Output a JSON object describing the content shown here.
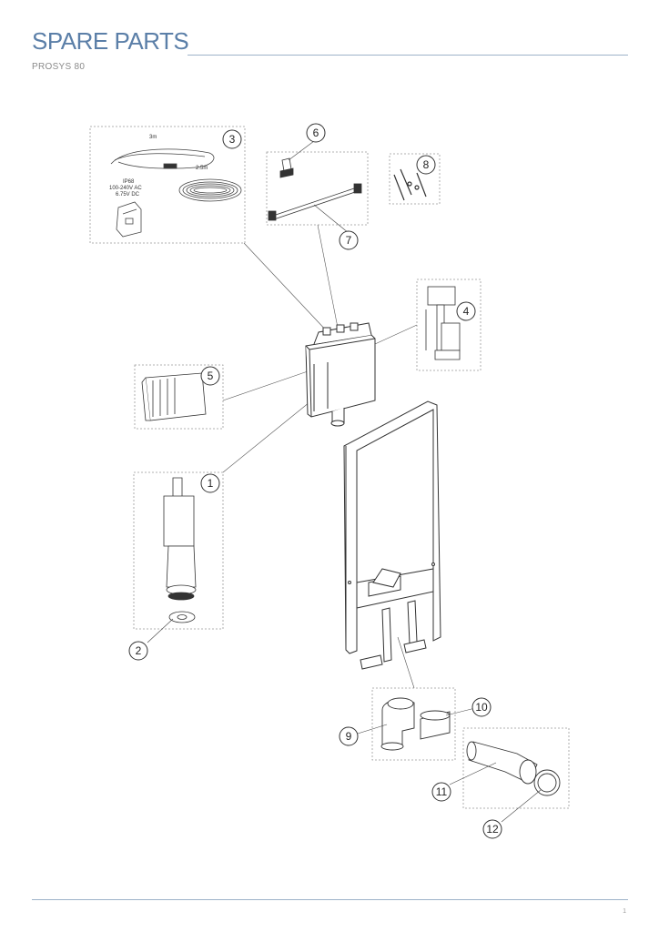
{
  "header": {
    "title": "SPARE PARTS",
    "subtitle": "PROSYS 80"
  },
  "footer": {
    "page_number": "1"
  },
  "diagram": {
    "part3_labels": {
      "cable_length": "3m",
      "hose_length": "2.5m",
      "spec_line1": "IP68",
      "spec_line2": "100-240V AC",
      "spec_line3": "6.75V DC"
    },
    "callouts": [
      "1",
      "2",
      "3",
      "4",
      "5",
      "6",
      "7",
      "8",
      "9",
      "10",
      "11",
      "12"
    ]
  }
}
